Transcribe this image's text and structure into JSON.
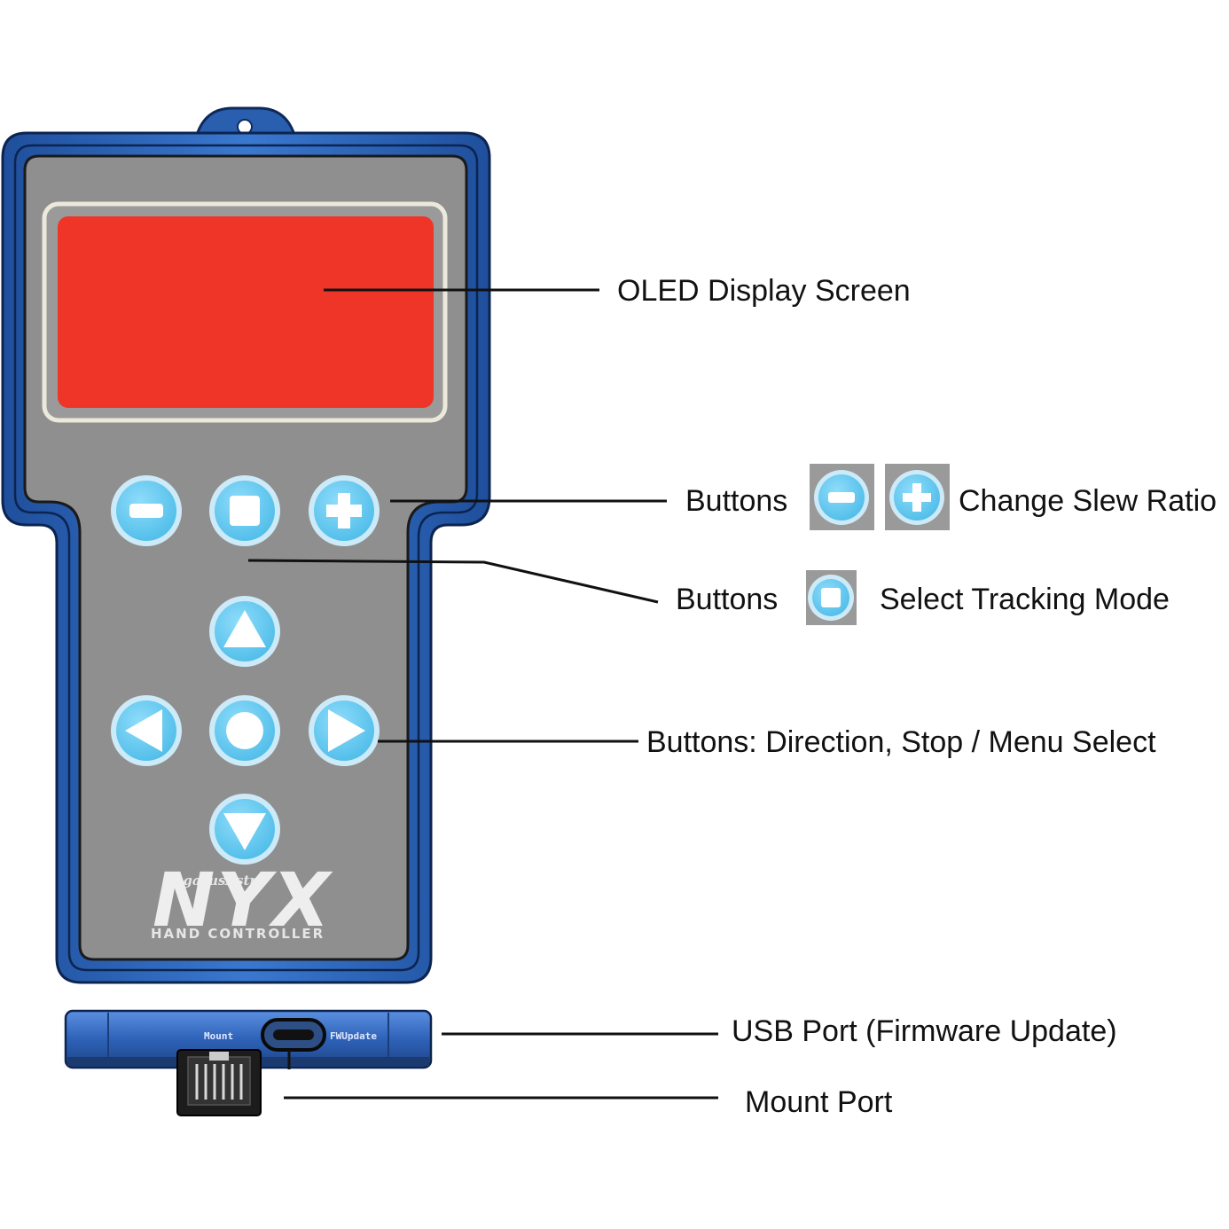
{
  "device": {
    "brand": "PegasusAstro",
    "model": "NYX",
    "subtitle": "HAND CONTROLLER",
    "port_mount_label": "Mount",
    "port_usb_label": "FWUpdate",
    "colors": {
      "frame": "#2c63b5",
      "body": "#8f8f8f",
      "screen": "#ee3528",
      "button": "#6fcff5"
    }
  },
  "buttons": [
    {
      "name": "minus-button",
      "icon": "minus-icon"
    },
    {
      "name": "square-button",
      "icon": "square-icon"
    },
    {
      "name": "plus-button",
      "icon": "plus-icon"
    },
    {
      "name": "up-button",
      "icon": "triangle-up-icon"
    },
    {
      "name": "left-button",
      "icon": "triangle-left-icon"
    },
    {
      "name": "center-button",
      "icon": "circle-icon"
    },
    {
      "name": "right-button",
      "icon": "triangle-right-icon"
    },
    {
      "name": "down-button",
      "icon": "triangle-down-icon"
    }
  ],
  "callouts": {
    "oled": "OLED Display Screen",
    "slew_prefix": "Buttons",
    "slew_text": "Change Slew Ratio",
    "tracking_prefix": "Buttons",
    "tracking_text": "Select Tracking Mode",
    "direction": "Buttons: Direction, Stop / Menu Select",
    "usb": "USB Port (Firmware Update)",
    "mount": "Mount Port"
  }
}
